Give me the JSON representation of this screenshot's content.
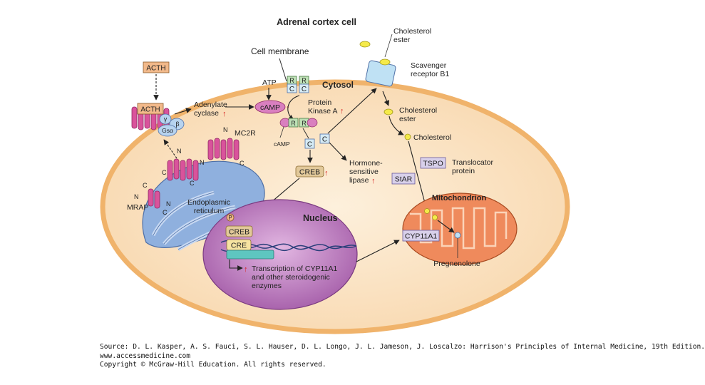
{
  "title": "Adrenal cortex cell",
  "labels": {
    "cell_membrane": "Cell membrane",
    "cytosol": "Cytosol",
    "acth_outside": "ACTH",
    "acth_bound": "ACTH",
    "adenylate_cyclase": [
      "Adenylate",
      "cyclase"
    ],
    "atp": "ATP",
    "camp": "cAMP",
    "camp_small": "cAMP",
    "protein_kinase_a": [
      "Protein",
      "Kinase A"
    ],
    "r": "R",
    "c": "C",
    "gamma": "γ",
    "beta": "β",
    "gs_alpha": "Gsα",
    "n": "N",
    "mc2r": "MC2R",
    "mrap": "MRAP",
    "endoplasmic_reticulum": [
      "Endoplasmic",
      "reticulum"
    ],
    "creb": "CREB",
    "creb_nucleus": "CREB",
    "phospho": "P",
    "cre": "CRE",
    "nucleus": "Nucleus",
    "transcription": [
      "Transcription of CYP11A1",
      "and other steroidogenic",
      "enzymes"
    ],
    "hormone_sensitive_lipase": [
      "Hormone-",
      "sensitive",
      "lipase"
    ],
    "cholesterol_ester_top": [
      "Cholesterol",
      "ester"
    ],
    "scavenger_receptor": [
      "Scavenger",
      "receptor B1"
    ],
    "cholesterol_ester_mid": [
      "Cholesterol",
      "ester"
    ],
    "cholesterol": "Cholesterol",
    "tspo": "TSPO",
    "translocator_protein": [
      "Translocator",
      "protein"
    ],
    "star": "StAR",
    "mitochondrion": "Mitochondrion",
    "cyp11a1": "CYP11A1",
    "pregnenolone": "Pregnenolone"
  },
  "colors": {
    "cell_fill": "#fbe3c4",
    "cell_border": "#f0b36b",
    "receptor": "#d9539b",
    "er": "#8fb0de",
    "nucleus": "#b874b8",
    "mitochondrion": "#ef8a5c",
    "up_arrow": "#d62020",
    "label_box": "#f2b98a",
    "creb_box": "#e2c99a",
    "tspo_box": "#d8d0ea"
  },
  "source": {
    "line1": "Source: D. L. Kasper, A. S. Fauci, S. L. Hauser, D. L. Longo, J. L. Jameson, J. Loscalzo: Harrison's Principles of Internal Medicine, 19th Edition.",
    "line2": "www.accessmedicine.com",
    "line3": "Copyright © McGraw-Hill Education.  All rights reserved."
  }
}
